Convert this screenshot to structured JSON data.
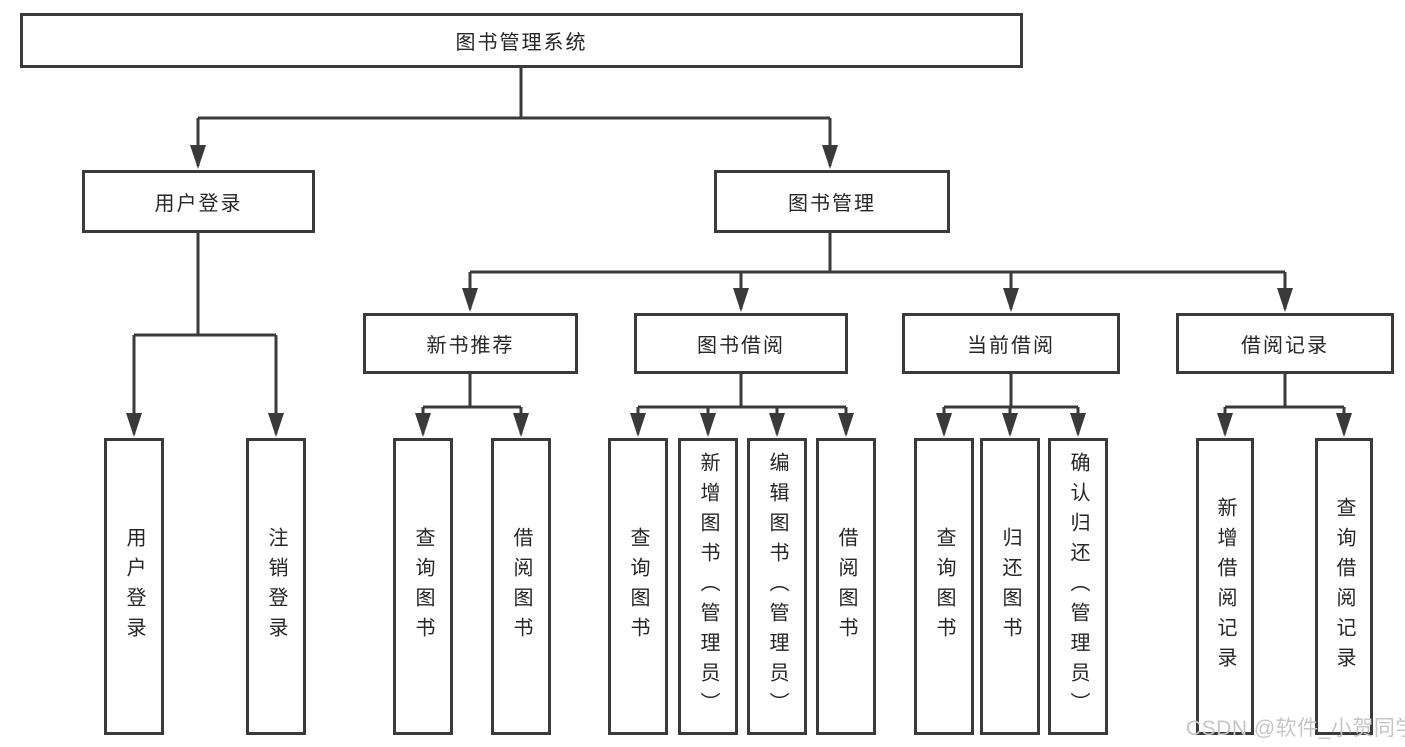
{
  "diagram": {
    "root": {
      "label": "图书管理系统"
    },
    "level2": [
      {
        "label": "用户登录",
        "parent": "图书管理系统"
      },
      {
        "label": "图书管理",
        "parent": "图书管理系统"
      }
    ],
    "level3": [
      {
        "label": "新书推荐",
        "parent": "图书管理"
      },
      {
        "label": "图书借阅",
        "parent": "图书管理"
      },
      {
        "label": "当前借阅",
        "parent": "图书管理"
      },
      {
        "label": "借阅记录",
        "parent": "图书管理"
      }
    ],
    "leaves": [
      {
        "label": "用户登录",
        "parent": "用户登录"
      },
      {
        "label": "注销登录",
        "parent": "用户登录"
      },
      {
        "label": "查询图书",
        "parent": "新书推荐"
      },
      {
        "label": "借阅图书",
        "parent": "新书推荐"
      },
      {
        "label": "查询图书",
        "parent": "图书借阅"
      },
      {
        "label": "新增图书（管理员）",
        "parent": "图书借阅"
      },
      {
        "label": "编辑图书（管理员）",
        "parent": "图书借阅"
      },
      {
        "label": "借阅图书",
        "parent": "图书借阅"
      },
      {
        "label": "查询图书",
        "parent": "当前借阅"
      },
      {
        "label": "归还图书",
        "parent": "当前借阅"
      },
      {
        "label": "确认归还（管理员）",
        "parent": "当前借阅"
      },
      {
        "label": "新增借阅记录",
        "parent": "借阅记录"
      },
      {
        "label": "查询借阅记录",
        "parent": "借阅记录"
      }
    ]
  },
  "watermark": {
    "text": "CSDN @软件_小贺同学"
  },
  "colors": {
    "line": "#3a3a3a",
    "text": "#262626",
    "box_background": "#ffffff",
    "watermark": "#c6c6c6",
    "background": "#ffffff"
  }
}
